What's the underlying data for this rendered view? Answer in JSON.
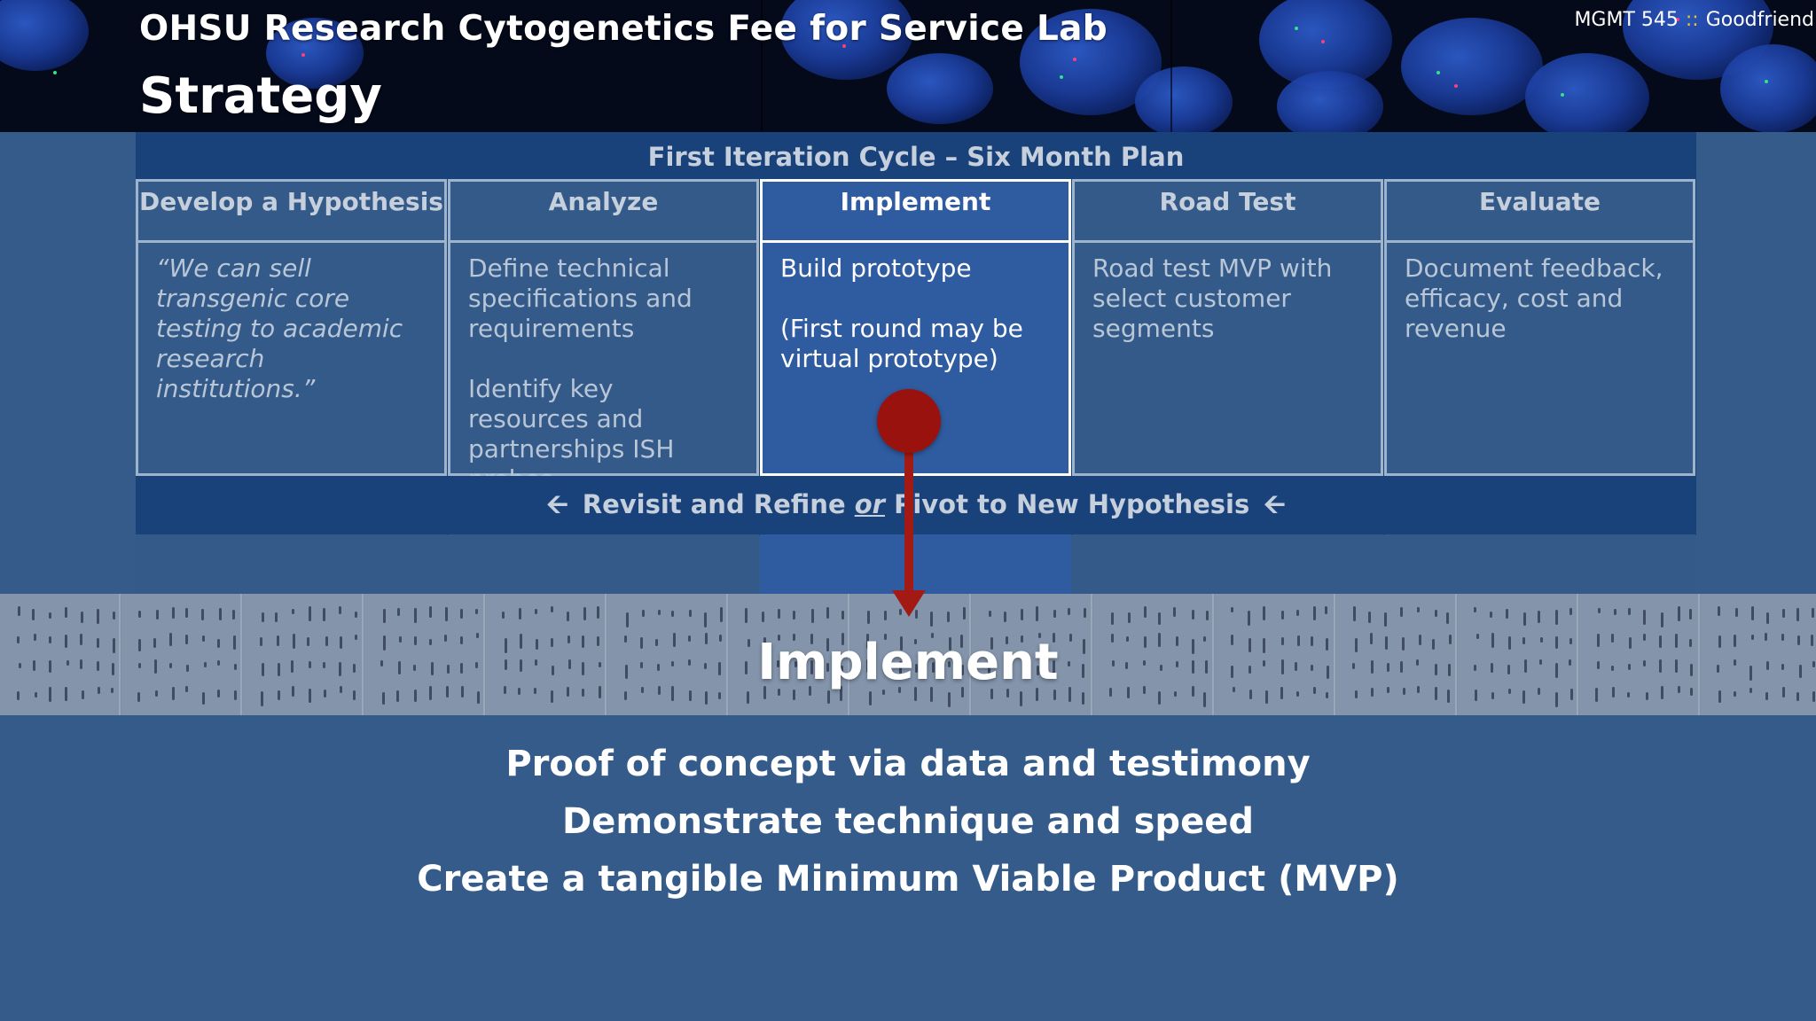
{
  "header": {
    "lab_title": "OHSU Research Cytogenetics Fee for Service Lab",
    "section_title": "Strategy",
    "course": "MGMT 545",
    "separator": "::",
    "author": "Goodfriend"
  },
  "table": {
    "heading": "First Iteration Cycle – Six Month Plan",
    "columns": [
      {
        "title": "Develop a Hypothesis",
        "body": [
          "“We can sell transgenic core testing to academic research institutions.”"
        ]
      },
      {
        "title": "Analyze",
        "body": [
          "Define technical specifications and requirements",
          "Identify key resources and partnerships ISH probes"
        ]
      },
      {
        "title": "Implement",
        "body": [
          "Build prototype",
          "(First round may be virtual prototype)"
        ],
        "active": true
      },
      {
        "title": "Road Test",
        "body": [
          "Road test MVP with select customer segments"
        ]
      },
      {
        "title": "Evaluate",
        "body": [
          "Document feedback, efficacy, cost and revenue"
        ]
      }
    ],
    "refine": {
      "before": "Revisit and Refine",
      "or": "or",
      "after": "Pivot to New Hypothesis",
      "arrow_icon": "arrow-left-icon"
    }
  },
  "highlight": {
    "title": "Implement",
    "points": [
      "Proof of concept via data and testimony",
      "Demonstrate technique and speed",
      "Create a tangible Minimum Viable Product (MVP)"
    ]
  },
  "colors": {
    "background": "#345b89",
    "table_bar": "#19427b",
    "active_column": "#2f5ca0",
    "pin": "#a31a14",
    "separator": "#f0c419"
  }
}
